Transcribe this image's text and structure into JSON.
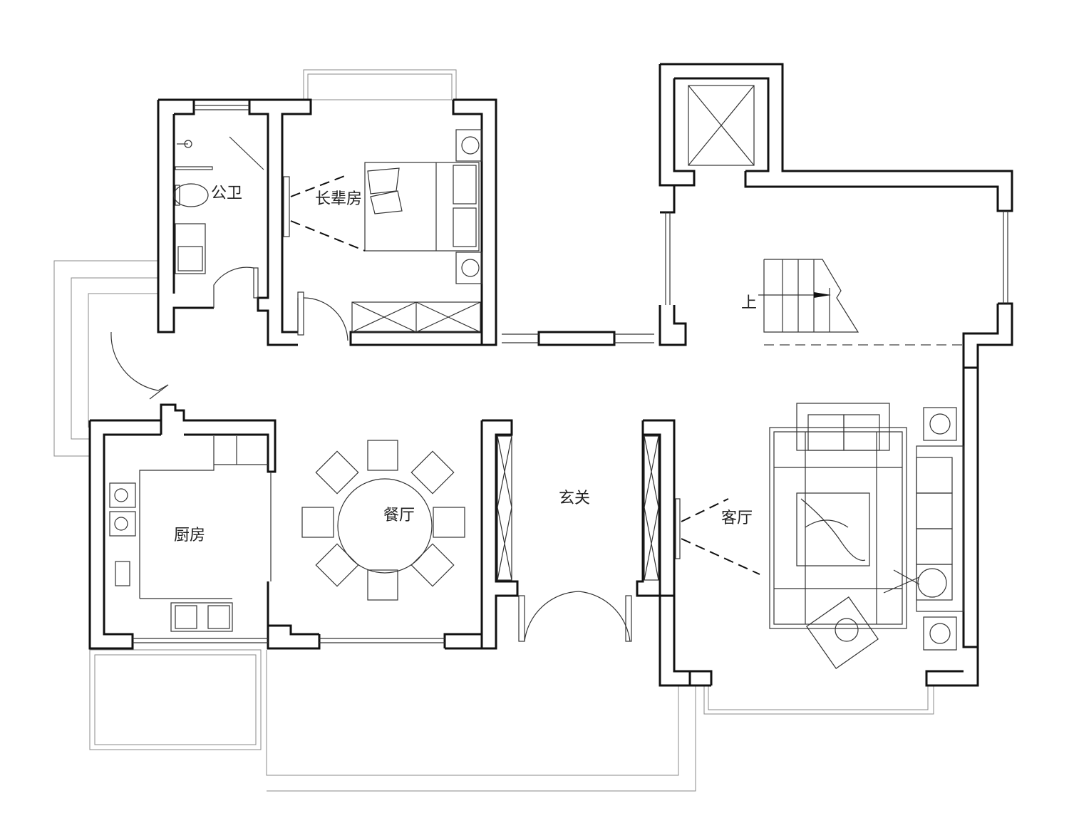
{
  "rooms": {
    "bathroom": "公卫",
    "elder_room": "长辈房",
    "kitchen": "厨房",
    "dining": "餐厅",
    "entrance": "玄关",
    "living": "客厅"
  },
  "stairs": {
    "up_label": "上"
  }
}
